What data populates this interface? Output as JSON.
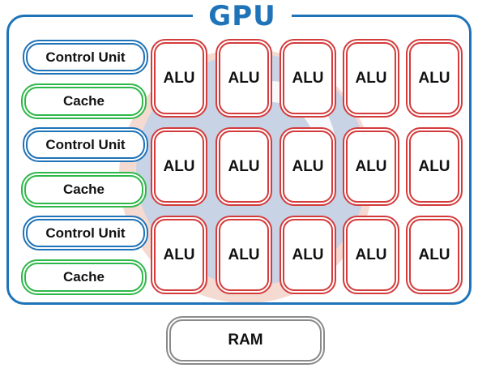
{
  "gpu": {
    "title": "GPU",
    "rows": [
      {
        "control_label": "Control Unit",
        "cache_label": "Cache",
        "alus": [
          "ALU",
          "ALU",
          "ALU",
          "ALU",
          "ALU"
        ]
      },
      {
        "control_label": "Control Unit",
        "cache_label": "Cache",
        "alus": [
          "ALU",
          "ALU",
          "ALU",
          "ALU",
          "ALU"
        ]
      },
      {
        "control_label": "Control Unit",
        "cache_label": "Cache",
        "alus": [
          "ALU",
          "ALU",
          "ALU",
          "ALU",
          "ALU"
        ]
      }
    ]
  },
  "ram": {
    "label": "RAM"
  },
  "colors": {
    "gpu_border": "#1f73b8",
    "control_border": "#1f73b8",
    "cache_border": "#2fb84a",
    "alu_border": "#d43b3b",
    "ram_border": "#8a8a8a"
  },
  "watermark": {
    "icon": "circular-logo-icon"
  }
}
